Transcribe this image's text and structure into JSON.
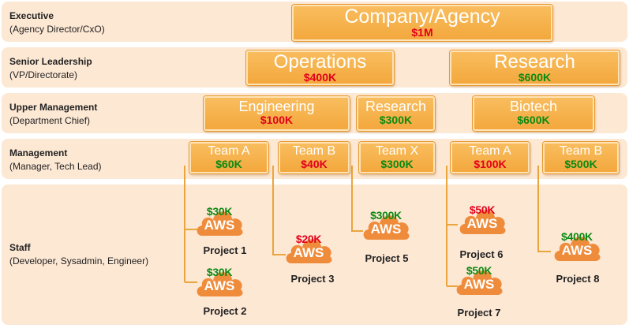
{
  "levels": [
    {
      "title": "Executive",
      "sub": "(Agency Director/CxO)"
    },
    {
      "title": "Senior Leadership",
      "sub": "(VP/Directorate)"
    },
    {
      "title": "Upper Management",
      "sub": "(Department Chief)"
    },
    {
      "title": "Management",
      "sub": "(Manager, Tech Lead)"
    },
    {
      "title": "Staff",
      "sub": "(Developer, Sysadmin, Engineer)"
    }
  ],
  "nodes": {
    "company": {
      "label": "Company/Agency",
      "value": "$1M",
      "value_color": "red"
    },
    "operations": {
      "label": "Operations",
      "value": "$400K",
      "value_color": "red"
    },
    "research_sr": {
      "label": "Research",
      "value": "$600K",
      "value_color": "green"
    },
    "engineering": {
      "label": "Engineering",
      "value": "$100K",
      "value_color": "red"
    },
    "research_um": {
      "label": "Research",
      "value": "$300K",
      "value_color": "green"
    },
    "biotech": {
      "label": "Biotech",
      "value": "$600K",
      "value_color": "green"
    },
    "team_a1": {
      "label": "Team A",
      "value": "$60K",
      "value_color": "green"
    },
    "team_b1": {
      "label": "Team B",
      "value": "$40K",
      "value_color": "red"
    },
    "team_x": {
      "label": "Team X",
      "value": "$300K",
      "value_color": "green"
    },
    "team_a2": {
      "label": "Team A",
      "value": "$100K",
      "value_color": "red"
    },
    "team_b2": {
      "label": "Team B",
      "value": "$500K",
      "value_color": "green"
    }
  },
  "cloud_text": "AWS",
  "projects": [
    {
      "name": "Project 1",
      "value": "$30K",
      "value_color": "green"
    },
    {
      "name": "Project 2",
      "value": "$30K",
      "value_color": "green"
    },
    {
      "name": "Project 3",
      "value": "$20K",
      "value_color": "red"
    },
    {
      "name": "Project 5",
      "value": "$300K",
      "value_color": "green"
    },
    {
      "name": "Project 6",
      "value": "$50K",
      "value_color": "red"
    },
    {
      "name": "Project 7",
      "value": "$50K",
      "value_color": "green"
    },
    {
      "name": "Project 8",
      "value": "$400K",
      "value_color": "green"
    }
  ],
  "colors": {
    "band": "#fde8d4",
    "box": "#f5ad45",
    "line": "#eaa53e",
    "cloud": "#ef8c3c",
    "red": "#e3001b",
    "green": "#0b8a12"
  }
}
